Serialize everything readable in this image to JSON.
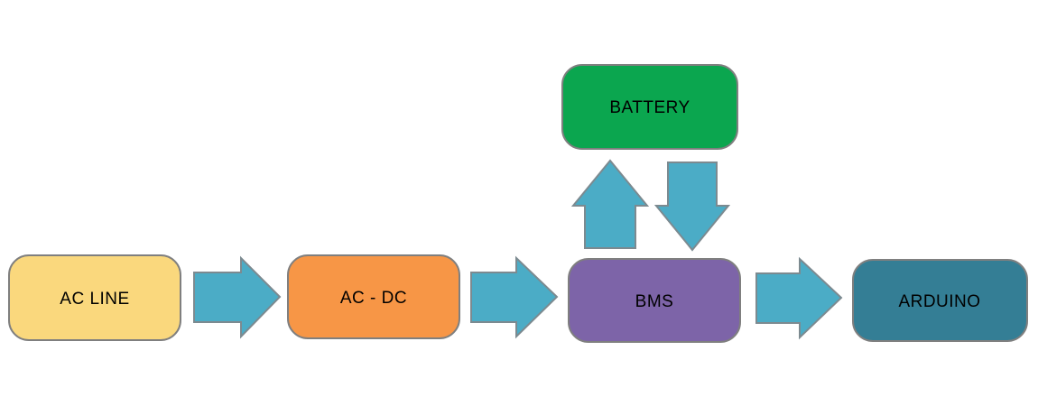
{
  "diagram": {
    "type": "flowchart",
    "background": "#ffffff",
    "nodes": [
      {
        "id": "ac-line",
        "label": "AC LINE",
        "fill": "#FAD87D"
      },
      {
        "id": "ac-dc",
        "label": "AC - DC",
        "fill": "#F79646"
      },
      {
        "id": "bms",
        "label": "BMS",
        "fill": "#7D64A8"
      },
      {
        "id": "arduino",
        "label": "ARDUINO",
        "fill": "#347E95"
      },
      {
        "id": "battery",
        "label": "BATTERY",
        "fill": "#0BA64F"
      }
    ],
    "edges": [
      {
        "from": "ac-line",
        "to": "ac-dc",
        "direction": "right"
      },
      {
        "from": "ac-dc",
        "to": "bms",
        "direction": "right"
      },
      {
        "from": "bms",
        "to": "arduino",
        "direction": "right"
      },
      {
        "from": "bms",
        "to": "battery",
        "direction": "up"
      },
      {
        "from": "battery",
        "to": "bms",
        "direction": "down"
      }
    ],
    "styles": {
      "arrow_fill": "#4BACC6",
      "arrow_stroke": "#7C8A90",
      "node_stroke": "#7F7F7F",
      "label_color": "#000000"
    }
  }
}
